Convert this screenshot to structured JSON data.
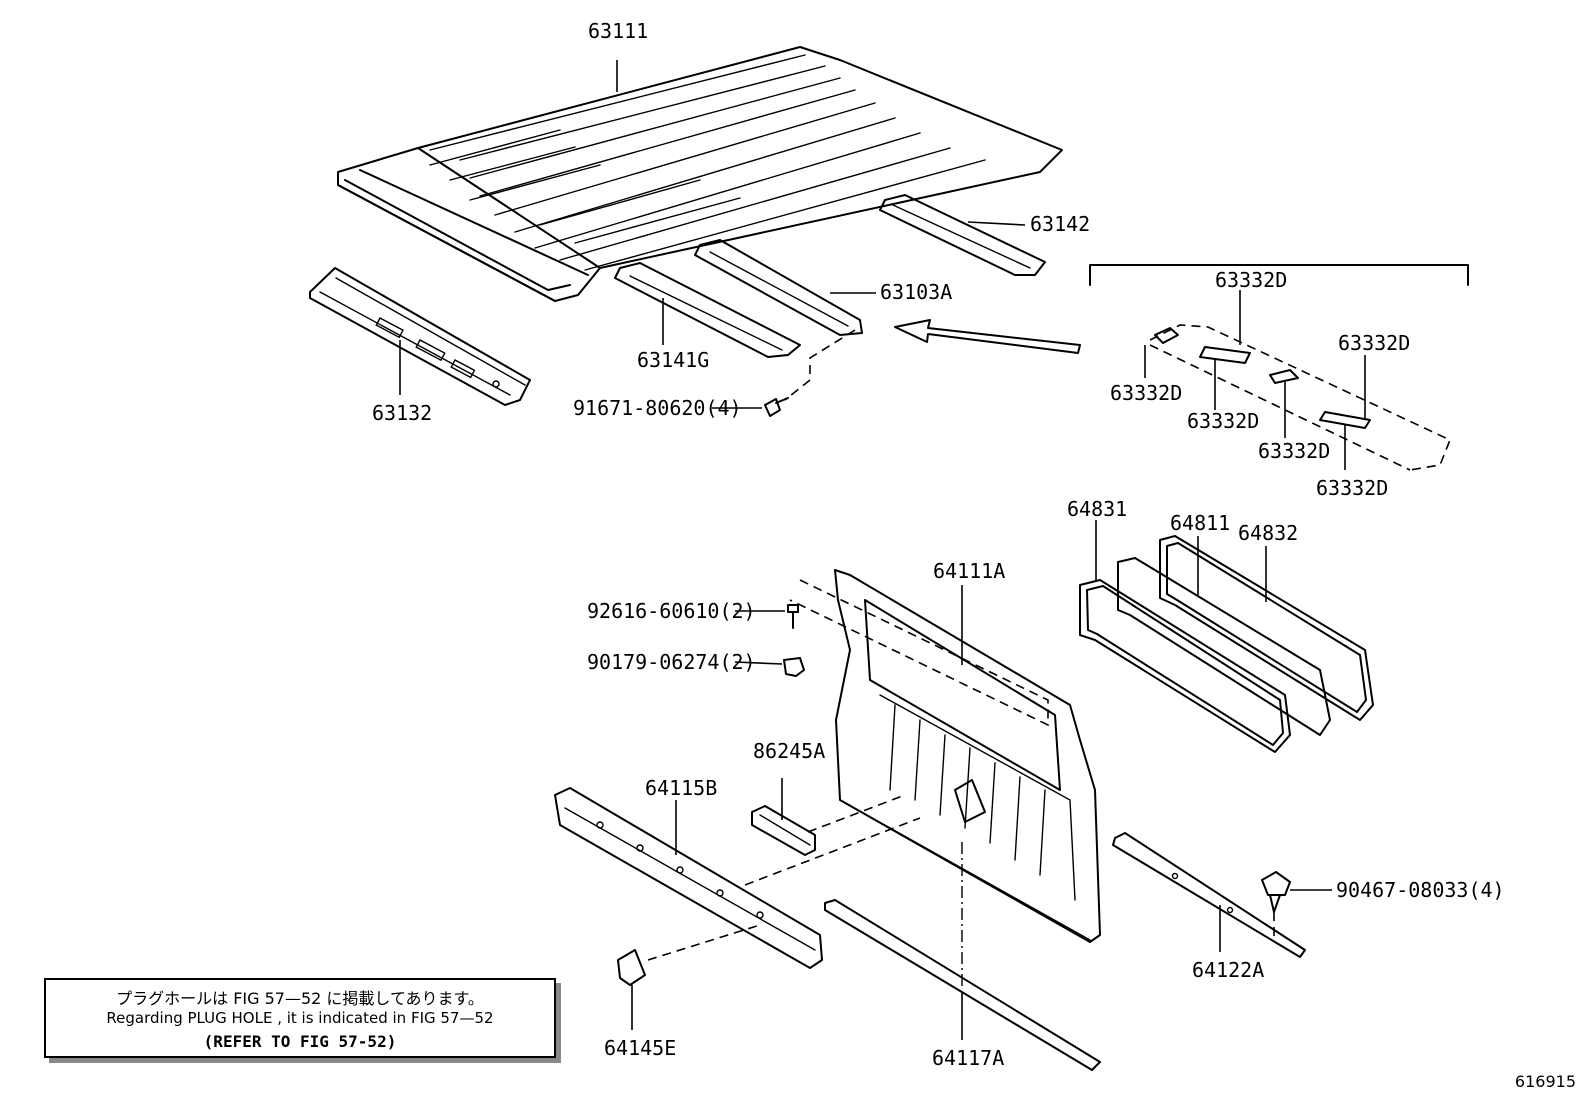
{
  "parts": {
    "p63111": "63111",
    "p63142": "63142",
    "p63103A": "63103A",
    "p63141G": "63141G",
    "p63132": "63132",
    "p91671": "91671-80620(4)",
    "p63332D": "63332D",
    "p64831": "64831",
    "p64811": "64811",
    "p64832": "64832",
    "p64111A": "64111A",
    "p92616": "92616-60610(2)",
    "p90179": "90179-06274(2)",
    "p86245A": "86245A",
    "p64115B": "64115B",
    "p90467": "90467-08033(4)",
    "p64122A": "64122A",
    "p64145E": "64145E",
    "p64117A": "64117A"
  },
  "note": {
    "line1": "プラグホールは FIG 57—52 に掲載してあります。",
    "line2": "Regarding  PLUG  HOLE , it is indicated in FIG  57—52",
    "line3": "(REFER TO FIG 57-52)"
  },
  "doc_number": "616915"
}
